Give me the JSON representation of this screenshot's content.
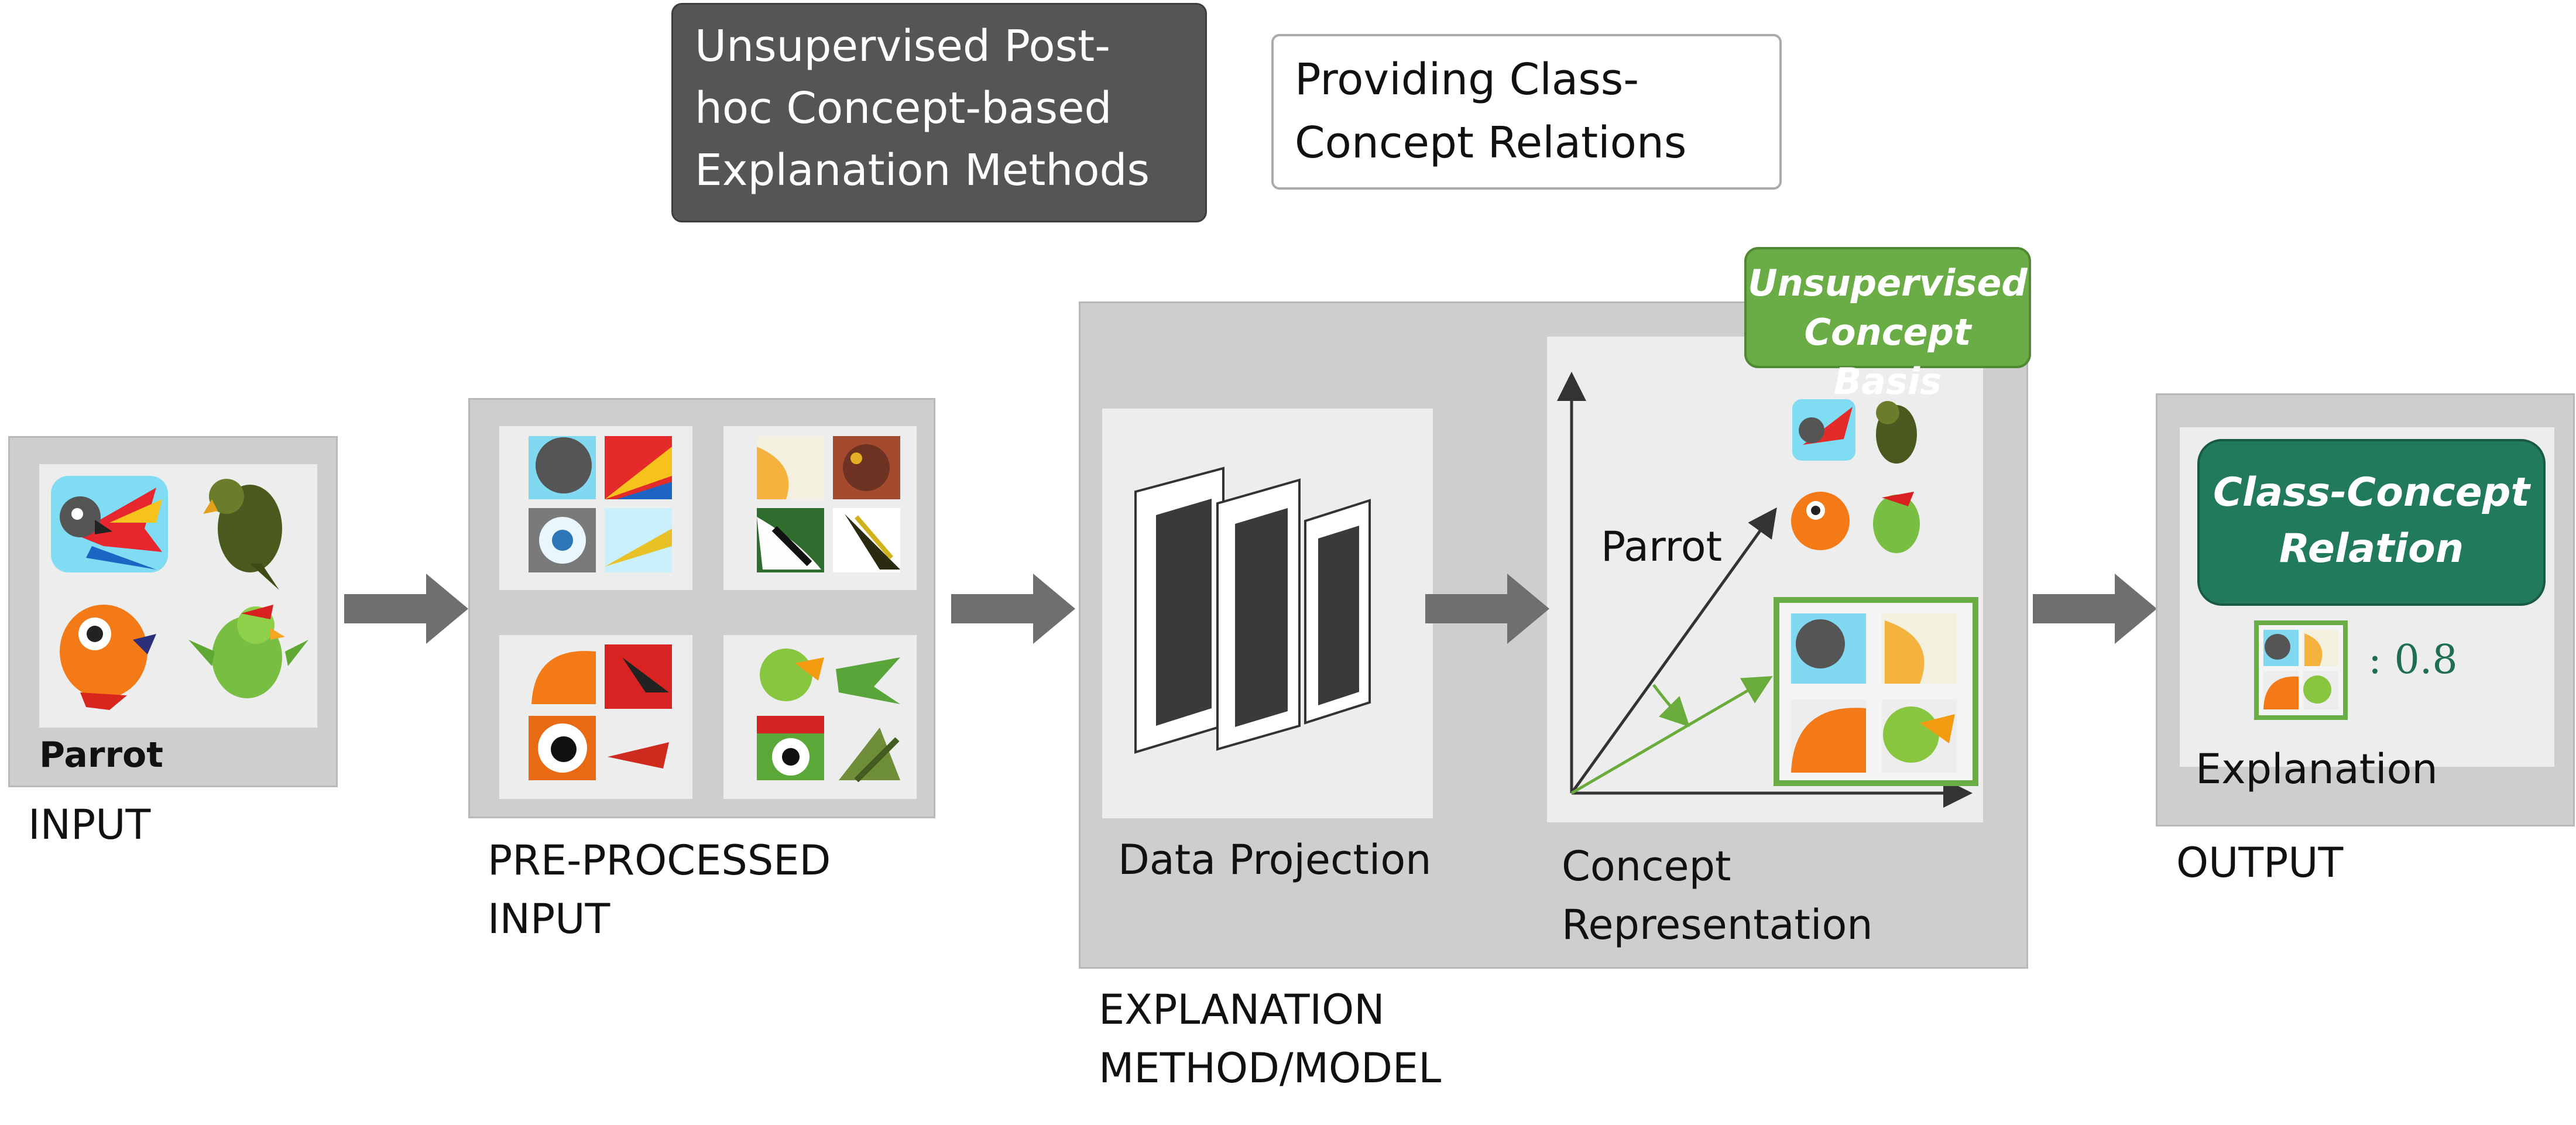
{
  "header": {
    "dark_box": "Unsupervised Post-hoc Concept-based Explanation Methods",
    "dark_box_lines": [
      "Unsupervised Post-",
      "hoc Concept-based",
      "Explanation Methods"
    ],
    "light_box_lines": [
      "Providing Class-",
      "Concept Relations"
    ]
  },
  "input": {
    "image_label": "Parrot",
    "caption": "INPUT"
  },
  "preprocessed": {
    "caption_lines": [
      "PRE-PROCESSED",
      "INPUT"
    ]
  },
  "method": {
    "data_projection": "Data Projection",
    "concept_rep_lines": [
      "Concept",
      "Representation"
    ],
    "badge_lines": [
      "Unsupervised",
      "Concept Basis"
    ],
    "vector_label": "Parrot",
    "caption_lines": [
      "EXPLANATION",
      "METHOD/MODEL"
    ]
  },
  "output": {
    "relation_lines": [
      "Class-Concept",
      "Relation"
    ],
    "score": ": 0.8",
    "explanation": "Explanation",
    "caption": "OUTPUT"
  },
  "colors": {
    "dark_box": "#555555",
    "panel": "#cfcdce",
    "inner": "#ededed",
    "badge_green": "#6aac46",
    "relation_teal": "#217a5b",
    "arrow_gray": "#6f6f6f",
    "vector_green": "#6aac3c"
  }
}
